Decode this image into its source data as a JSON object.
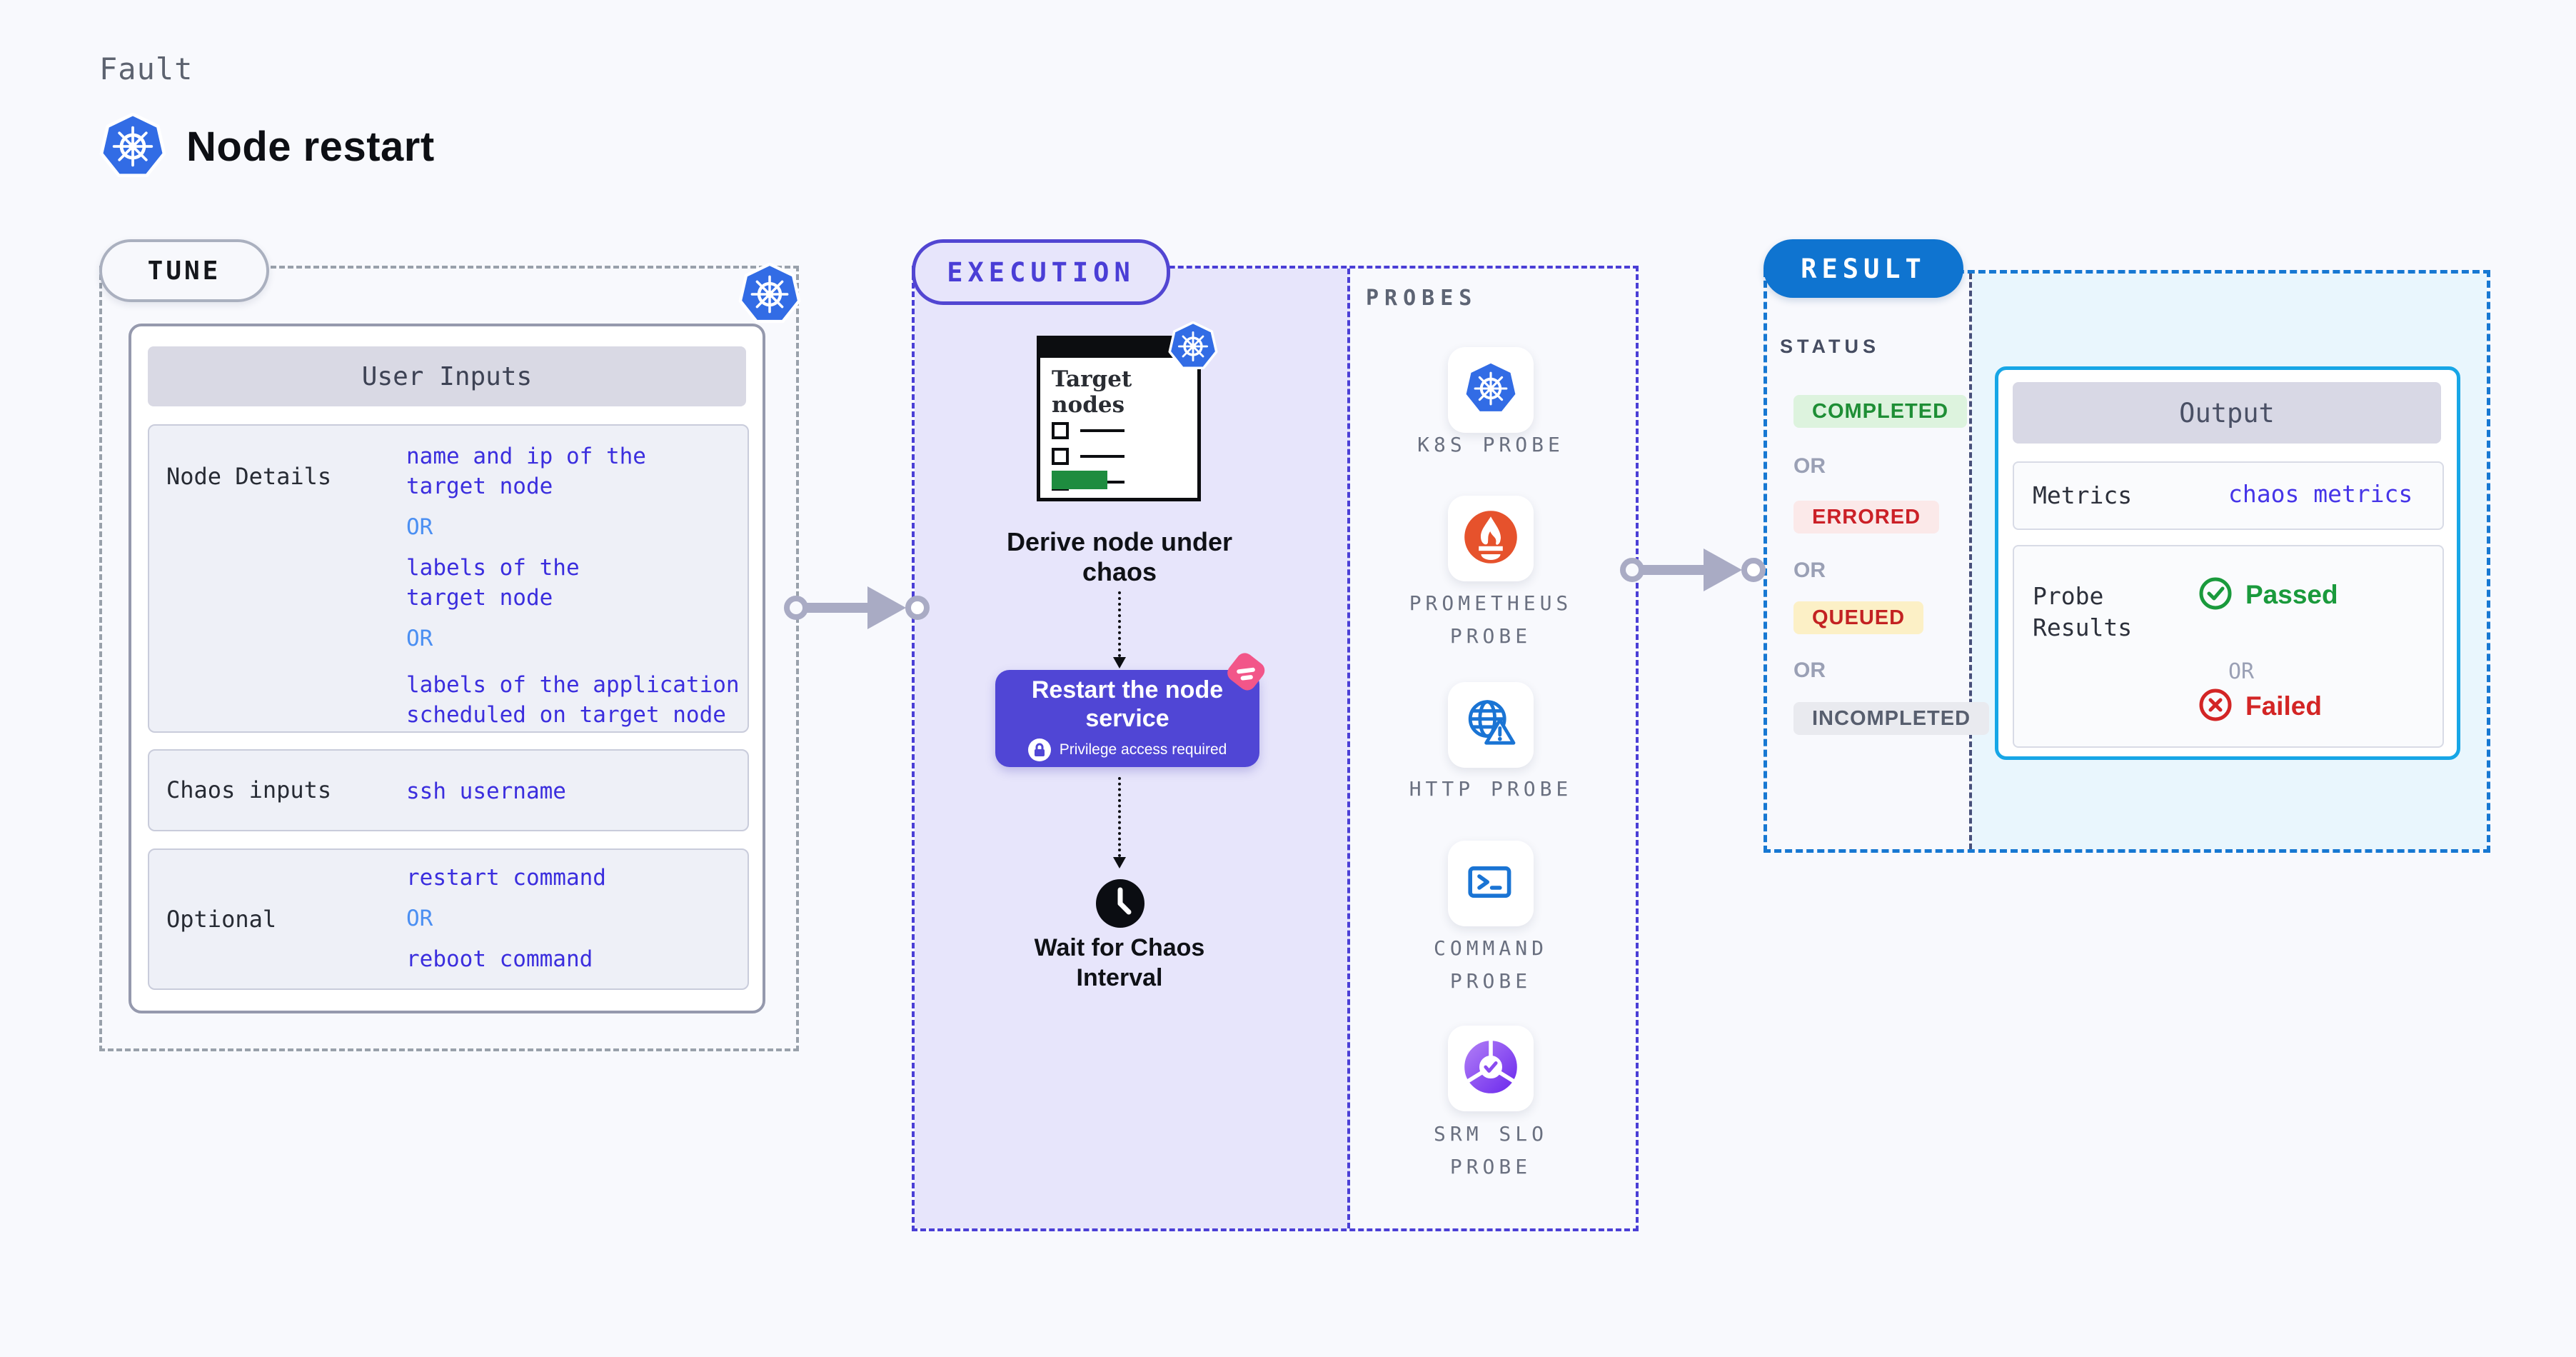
{
  "page": {
    "kicker": "Fault",
    "title": "Node restart",
    "background": "#f8f9fd"
  },
  "strings": {
    "or": "OR"
  },
  "colors": {
    "kubernetes_blue": "#326ce5",
    "execution_accent": "#5246d2",
    "result_accent": "#0f74d0",
    "output_border": "#17a6e6",
    "value_blue": "#3b2ede",
    "or_blue": "#4b8ff2",
    "arrow_gray": "#a9abc4",
    "prometheus_orange": "#e6522c",
    "probe_icon_blue": "#1a74d4",
    "slo_purple": "#8a4bf0",
    "pink_badge": "#f25689",
    "passed_green": "#1a9a3c",
    "failed_red": "#d32525"
  },
  "tune": {
    "label": "TUNE",
    "user_inputs": {
      "title": "User Inputs",
      "rows": [
        {
          "label": "Node Details",
          "lines": [
            "name and ip of the\ntarget node",
            "OR",
            "labels of the\ntarget node",
            "OR",
            "labels of the application\n scheduled on target node"
          ]
        },
        {
          "label": "Chaos inputs",
          "lines": [
            "ssh username"
          ]
        },
        {
          "label": "Optional",
          "lines": [
            "restart command",
            "OR",
            "reboot command"
          ]
        }
      ]
    }
  },
  "execution": {
    "label": "EXECUTION",
    "target_card": {
      "title": "Target nodes"
    },
    "derive_caption": "Derive node under chaos",
    "action": {
      "title": "Restart the node service",
      "badge": "Privilege access required"
    },
    "wait_caption": "Wait for Chaos Interval"
  },
  "probes": {
    "title": "PROBES",
    "items": [
      {
        "label": "K8S PROBE",
        "icon": "kubernetes-icon"
      },
      {
        "label": "PROMETHEUS\nPROBE",
        "icon": "prometheus-icon"
      },
      {
        "label": "HTTP PROBE",
        "icon": "globe-warning-icon"
      },
      {
        "label": "COMMAND\nPROBE",
        "icon": "terminal-icon"
      },
      {
        "label": "SRM SLO\nPROBE",
        "icon": "slo-donut-icon"
      }
    ]
  },
  "result": {
    "label": "RESULT",
    "status": {
      "title": "STATUS",
      "badges": [
        {
          "text": "COMPLETED",
          "fg": "#1e8e35",
          "bg": "#ddf3de"
        },
        {
          "text": "ERRORED",
          "fg": "#cb2027",
          "bg": "#fbe9e9"
        },
        {
          "text": "QUEUED",
          "fg": "#c32222",
          "bg": "#fcf0c6"
        },
        {
          "text": "INCOMPLETED",
          "fg": "#575e6e",
          "bg": "#e9eaef"
        }
      ]
    },
    "output": {
      "title": "Output",
      "metrics_label": "Metrics",
      "metrics_value": "chaos metrics",
      "probe_results_label": "Probe\nResults",
      "passed": "Passed",
      "failed": "Failed"
    }
  }
}
